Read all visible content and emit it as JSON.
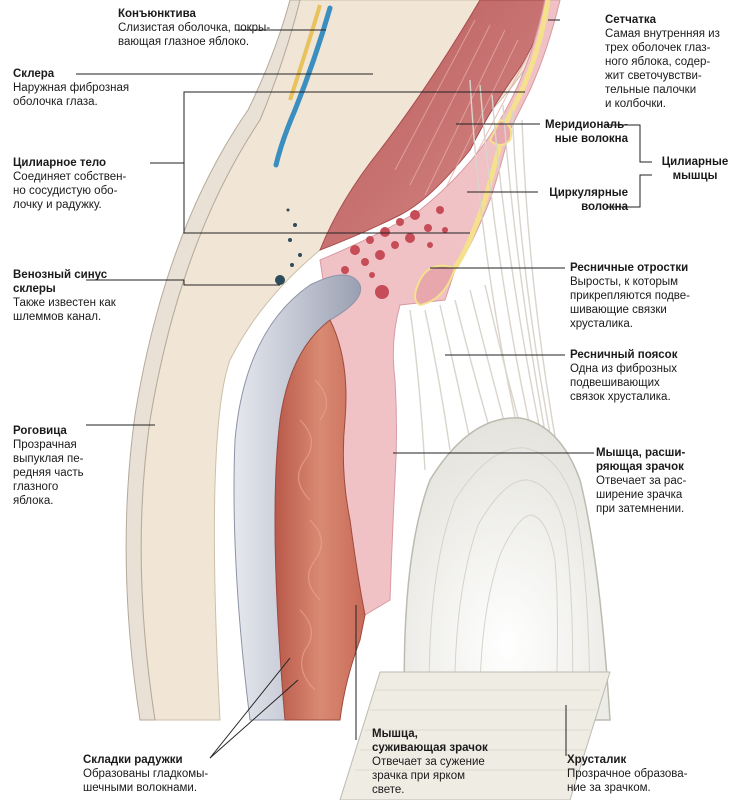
{
  "labels": {
    "conjunctiva": {
      "title": "Конъюнктива",
      "desc": "Слизистая оболочка, покры-\nвающая глазное яблоко."
    },
    "sclera": {
      "title": "Склера",
      "desc": "Наружная фиброзная\nоболочка глаза."
    },
    "ciliary_body": {
      "title": "Цилиарное тело",
      "desc": "Соединяет собствен-\nно сосудистую обо-\nлочку и радужку."
    },
    "venous_sinus": {
      "title": "Венозный синус\nсклеры",
      "desc": "Также известен как\nшлеммов канал."
    },
    "cornea": {
      "title": "Роговица",
      "desc": "Прозрачная\nвыпуклая пе-\nредняя часть\nглазного\nяблока."
    },
    "iris_folds": {
      "title": "Складки радужки",
      "desc": "Образованы гладкомы-\nшечными волокнами."
    },
    "pupil_constrictor": {
      "title": "Мышца,\nсуживающая зрачок",
      "desc": "Отвечает за сужение\nзрачка при ярком\nсвете."
    },
    "lens": {
      "title": "Хрусталик",
      "desc": "Прозрачное образова-\nние за зрачком."
    },
    "retina": {
      "title": "Сетчатка",
      "desc": "Самая внутренняя из\nтрех оболочек глаз-\nного яблока, содер-\nжит светочувстви-\nтельные палочки\nи колбочки."
    },
    "meridional": {
      "title": "Меридиональ-\nные волокна"
    },
    "ciliary_muscles": {
      "title": "Цилиарные\nмышцы"
    },
    "circular": {
      "title": "Циркулярные\nволокна"
    },
    "ciliary_processes": {
      "title": "Ресничные отростки",
      "desc": "Выросты, к которым\nприкрепляются подве-\nшивающие связки\nхрусталика."
    },
    "ciliary_zonule": {
      "title": "Ресничный поясок",
      "desc": "Одна из фиброзных\nподвешивающих\nсвязок хрусталика."
    },
    "pupil_dilator": {
      "title": "Мышца, расши-\nряющая зрачок",
      "desc": "Отвечает за рас-\nширение зрачка\nпри затемнении."
    }
  },
  "colors": {
    "sclera": "#f1e6d6",
    "cornea": "#c9ccd6",
    "ciliary_pink": "#f0c2c5",
    "muscle_red": "#c8706e",
    "iris_red": "#c76a57",
    "lens": "#f4f3ee",
    "retina_yellow": "#f5e08c",
    "vessel_blue": "#3b8fc0",
    "leader": "#222222"
  }
}
